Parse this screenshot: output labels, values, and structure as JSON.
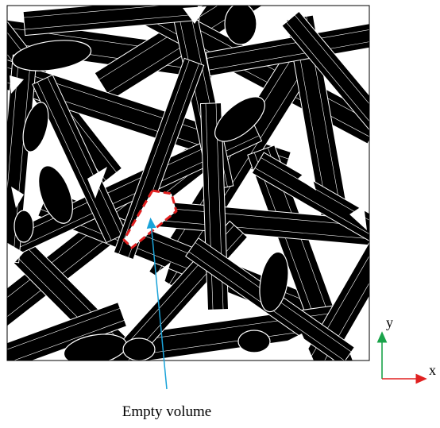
{
  "figure": {
    "type": "microstructure",
    "annotation_label": "Empty volume",
    "axis_x_label": "x",
    "axis_y_label": "y",
    "colors": {
      "fiber_fill": "#000000",
      "fiber_edge": "#ffffff",
      "void": "#ffffff",
      "empty_volume_outline": "#e02020",
      "pointer_arrow": "#1aa3d9",
      "x_axis": "#e02020",
      "y_axis": "#1aa34a"
    }
  }
}
